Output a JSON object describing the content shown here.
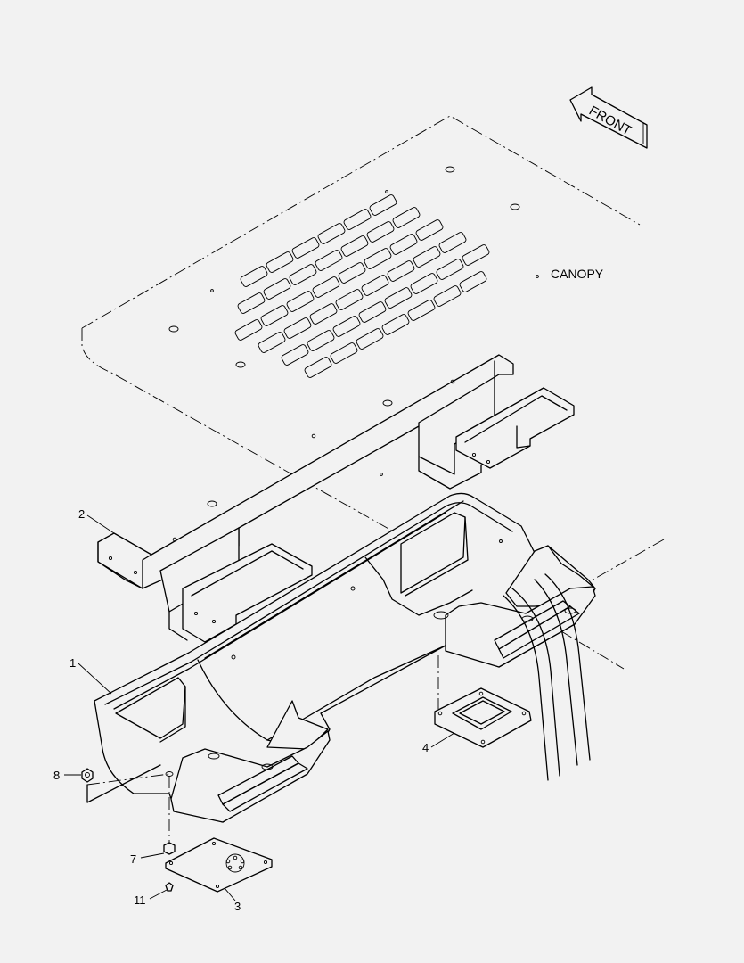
{
  "diagram": {
    "front_label": "FRONT",
    "canopy_label": "CANOPY",
    "callouts": {
      "c1": "1",
      "c2": "2",
      "c3": "3",
      "c4": "4",
      "c7": "7",
      "c8": "8",
      "c11": "11"
    }
  }
}
